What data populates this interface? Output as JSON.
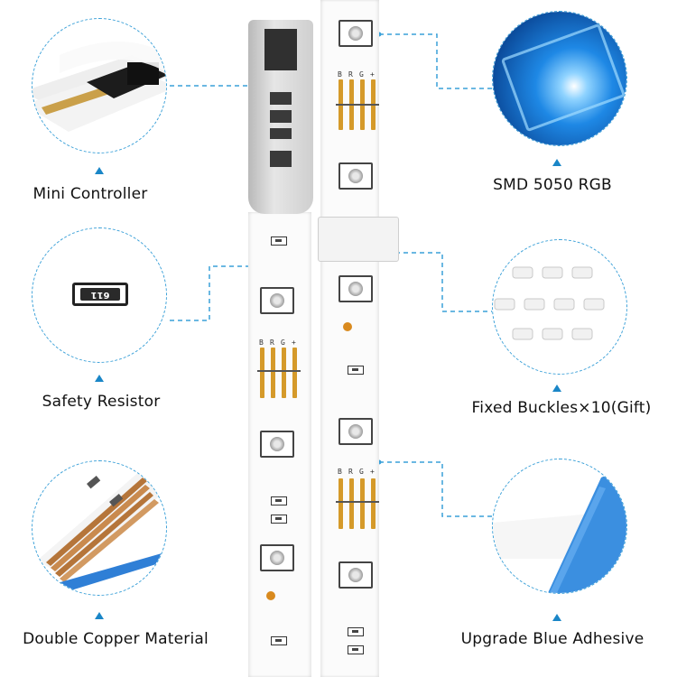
{
  "callouts": {
    "mini_controller": "Mini Controller",
    "safety_resistor": "Safety Resistor",
    "double_copper": "Double Copper Material",
    "smd_led": "SMD 5050 RGB",
    "fixed_buckles": "Fixed Buckles×10(Gift)",
    "blue_adhesive": "Upgrade Blue Adhesive"
  },
  "resistor_code": "611",
  "pin_labels": [
    "B",
    "R",
    "G",
    "+"
  ],
  "colors": {
    "callout_line": "#3aa0d8",
    "triangle": "#1a86c7",
    "led_glow": "#1e88e5",
    "copper_pad": "#d59a2a",
    "adhesive": "#3b8fe0"
  }
}
